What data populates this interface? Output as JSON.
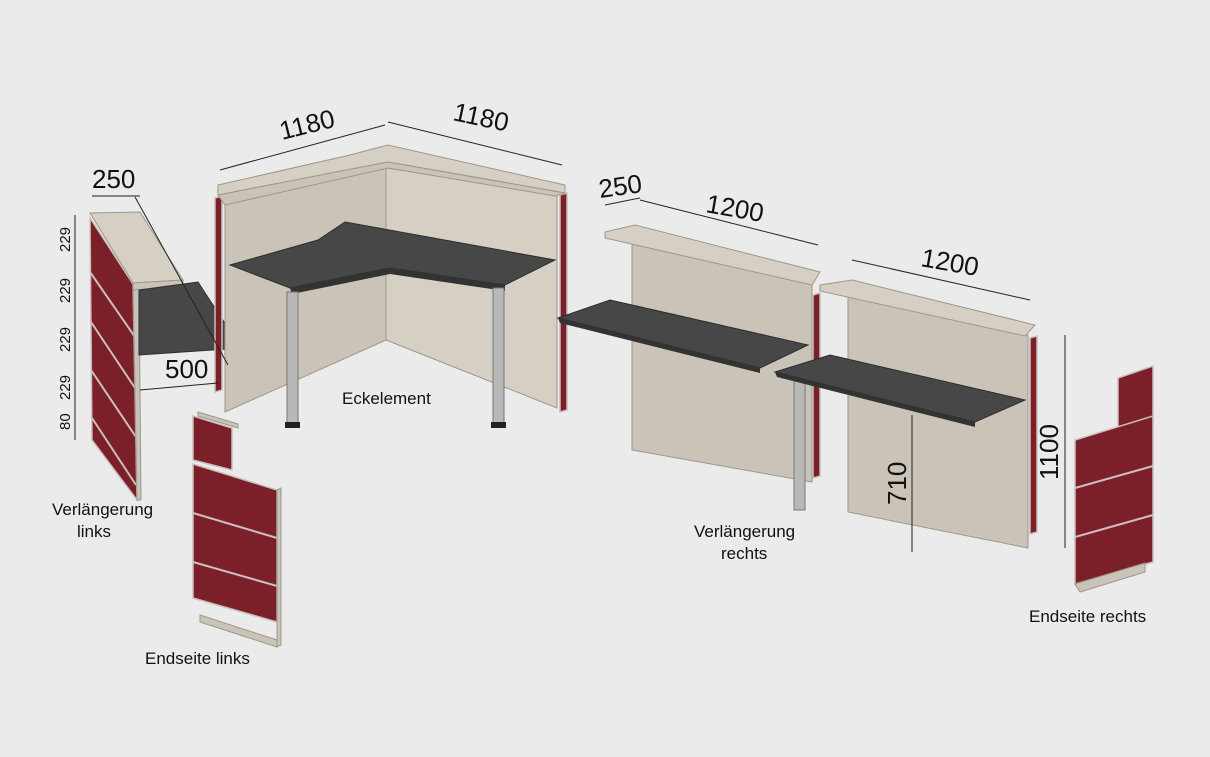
{
  "dimensions": {
    "left_ext_width": "250",
    "left_ext_depth": "500",
    "left_ext_heights": [
      "229",
      "229",
      "229",
      "229",
      "80"
    ],
    "corner_left": "1180",
    "corner_right": "1180",
    "right_ext_depth": "250",
    "right_ext_width": "1200",
    "module_width": "1200",
    "desk_height": "710",
    "total_height": "1100"
  },
  "labels": {
    "left_ext": [
      "Verlängerung",
      "links"
    ],
    "end_left": "Endseite links",
    "corner": "Eckelement",
    "right_ext": [
      "Verlängerung",
      "rechts"
    ],
    "end_right": "Endseite rechts"
  },
  "colors": {
    "panel": "#c9c3b8",
    "accent": "#7b1f29",
    "desk": "#474747",
    "background": "#ebebeb"
  }
}
